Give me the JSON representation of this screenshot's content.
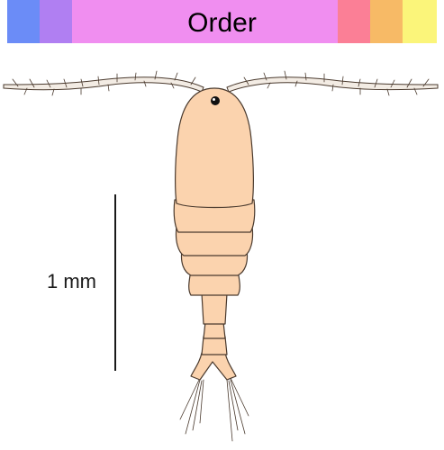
{
  "header": {
    "rank_label": "Order",
    "segments": [
      {
        "name": "segment-1",
        "color": "#6b8cf7",
        "flex": 0.75
      },
      {
        "name": "segment-2",
        "color": "#b07ff2",
        "flex": 0.75
      },
      {
        "name": "segment-3",
        "color": "#f08ef0",
        "flex": 6.2
      },
      {
        "name": "segment-4",
        "color": "#fb7f96",
        "flex": 0.75
      },
      {
        "name": "segment-5",
        "color": "#f7ba66",
        "flex": 0.75
      },
      {
        "name": "segment-6",
        "color": "#fbf57a",
        "flex": 0.8
      }
    ]
  },
  "scale": {
    "label": "1 mm"
  },
  "organism": {
    "body_color": "#fbd3ae",
    "outline_color": "#4a3a2e",
    "antenna_color": "#f3ece4"
  }
}
